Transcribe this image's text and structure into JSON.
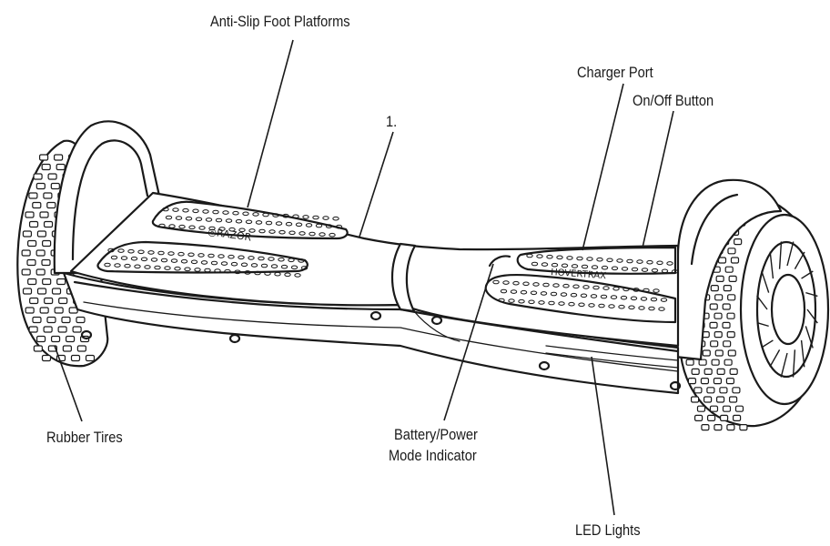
{
  "labels": {
    "foot_platforms": "Anti-Slip Foot Platforms",
    "step_number": "1.",
    "charger_port": "Charger Port",
    "on_off_button": "On/Off Button",
    "rubber_tires": "Rubber Tires",
    "battery_line1": "Battery/Power",
    "battery_line2": "Mode Indicator",
    "led_lights": "LED Lights"
  },
  "icons": [
    "hoverboard-illustration"
  ],
  "colors": {
    "line": "#1a1a1a",
    "background": "#ffffff"
  }
}
